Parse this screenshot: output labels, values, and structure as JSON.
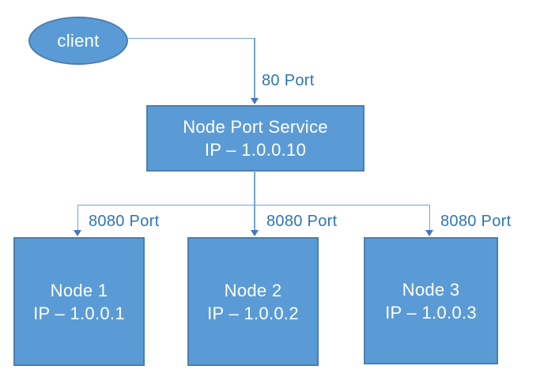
{
  "client": {
    "label": "client"
  },
  "connector_client_to_service": {
    "port_label": "80 Port"
  },
  "service": {
    "title": "Node Port Service",
    "ip_line": "IP – 1.0.0.10"
  },
  "branches": [
    {
      "port_label": "8080 Port"
    },
    {
      "port_label": "8080 Port"
    },
    {
      "port_label": "8080 Port"
    }
  ],
  "nodes": [
    {
      "title": "Node 1",
      "ip_line": "IP – 1.0.0.1"
    },
    {
      "title": "Node 2",
      "ip_line": "IP – 1.0.0.2"
    },
    {
      "title": "Node 3",
      "ip_line": "IP – 1.0.0.3"
    }
  ],
  "colors": {
    "shape_fill": "#5b9bd5",
    "shape_border": "#4a7eb0",
    "shape_text": "#ffffff",
    "connector_line": "#74a3d8",
    "arrowhead": "#4377c0",
    "port_label_text": "#2e75b6"
  }
}
